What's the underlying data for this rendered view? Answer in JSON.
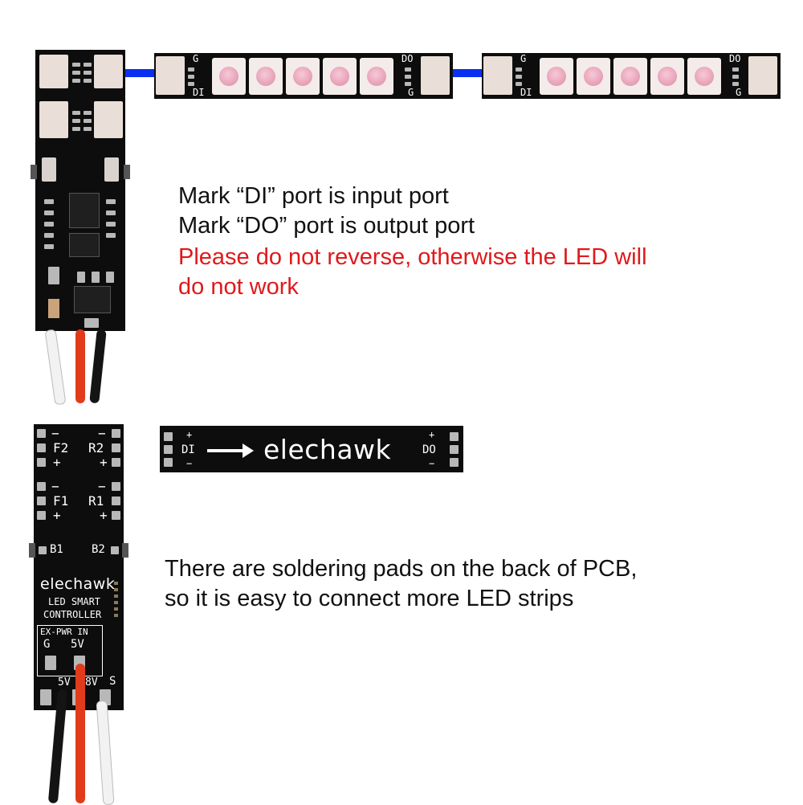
{
  "colors": {
    "background": "#ffffff",
    "pcb": "#0d0d0d",
    "link_wire": "#0a2ff0",
    "warning_text": "#e0191b",
    "body_text": "#111111"
  },
  "top_section": {
    "strip_labels": {
      "g_top": "G",
      "do": "DO",
      "di": "DI",
      "g_bottom": "G"
    },
    "notes": {
      "line1": "Mark “DI” port is input port",
      "line2": "Mark “DO” port is output port",
      "warning_line1": "Please do not reverse, otherwise the LED will",
      "warning_line2": "do not work"
    }
  },
  "bottom_section": {
    "controller_back": {
      "f2": "F2",
      "r2": "R2",
      "f1": "F1",
      "r1": "R1",
      "b1": "B1",
      "b2": "B2",
      "plus": "+",
      "minus": "−",
      "brand": "elechawk",
      "product_line1": "LED SMART",
      "product_line2": "CONTROLLER",
      "ex_pwr": "EX-PWR  IN",
      "g": "G",
      "five_v": "5V",
      "bottom_5v": "5V",
      "bottom_8v": "8V",
      "bottom_s": "S"
    },
    "strip_back": {
      "plus": "+",
      "di": "DI",
      "minus": "−",
      "brand": "elechawk",
      "do": "DO"
    },
    "notes": {
      "line1": "There are soldering pads on the back of PCB,",
      "line2": "so it is easy to connect more LED strips"
    }
  }
}
